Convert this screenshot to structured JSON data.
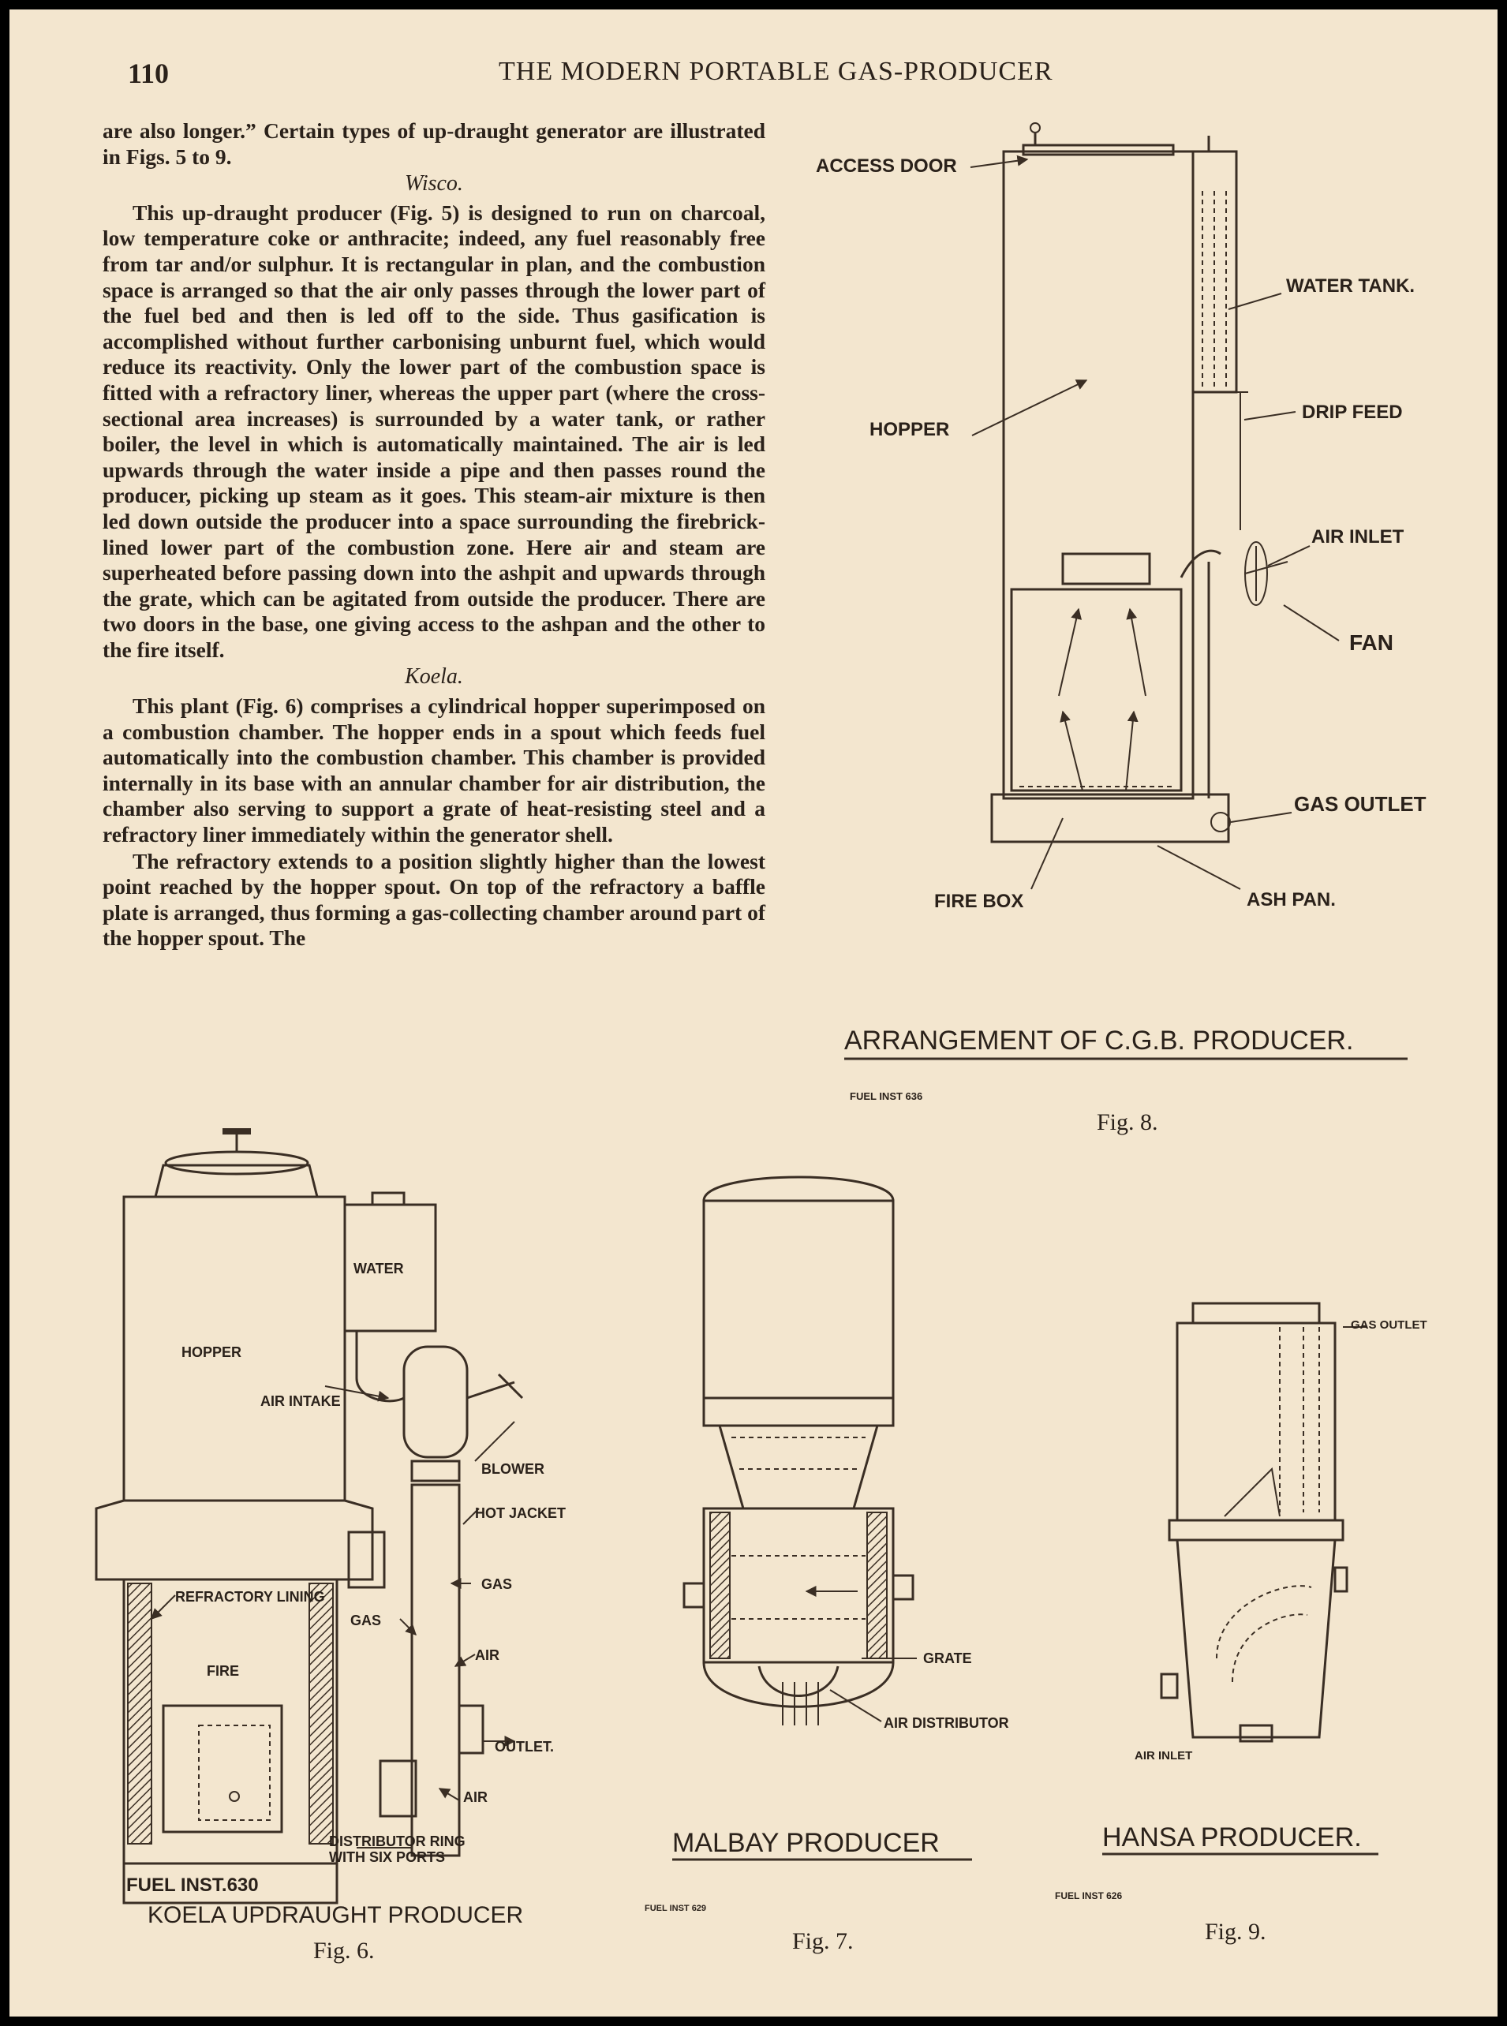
{
  "header": {
    "page_number": "110",
    "title": "THE MODERN PORTABLE GAS-PRODUCER"
  },
  "body": {
    "p1": "are also longer.” Certain types of up-draught generator are illustrated in Figs. 5 to 9.",
    "h_wisco": "Wisco.",
    "p_wisco": "This up-draught producer (Fig. 5) is designed to run on charcoal, low temperature coke or anthracite; indeed, any fuel reasonably free from tar and/or sulphur. It is rectangular in plan, and the combustion space is arranged so that the air only passes through the lower part of the fuel bed and then is led off to the side. Thus gasification is accomplished without further carbonising unburnt fuel, which would reduce its reactivity. Only the lower part of the combustion space is fitted with a refractory liner, whereas the upper part (where the cross-sectional area increases) is surrounded by a water tank, or rather boiler, the level in which is automatically maintained. The air is led upwards through the water inside a pipe and then passes round the producer, picking up steam as it goes. This steam-air mixture is then led down outside the producer into a space surrounding the firebrick-lined lower part of the combustion zone. Here air and steam are superheated before passing down into the ashpit and upwards through the grate, which can be agitated from outside the producer. There are two doors in the base, one giving access to the ashpan and the other to the fire itself.",
    "h_koela": "Koela.",
    "p_koela1": "This plant (Fig. 6) comprises a cylindrical hopper superimposed on a combustion chamber. The hopper ends in a spout which feeds fuel automatically into the combustion chamber. This chamber is provided internally in its base with an annular chamber for air distribution, the chamber also serving to support a grate of heat-resisting steel and a refractory liner immediately within the generator shell.",
    "p_koela2": "The refractory extends to a position slightly higher than the lowest point reached by the hopper spout. On top of the refractory a baffle plate is arranged, thus forming a gas-collecting chamber around part of the hopper spout. The"
  },
  "fig8": {
    "labels": {
      "access_door": "ACCESS DOOR",
      "water_tank": "WATER TANK.",
      "hopper": "HOPPER",
      "drip_feed": "DRIP FEED",
      "air_inlet": "AIR INLET",
      "fan": "FAN",
      "gas_outlet": "GAS OUTLET",
      "fire_box": "FIRE BOX",
      "ash_pan": "ASH PAN."
    },
    "title": "ARRANGEMENT OF C.G.B. PRODUCER.",
    "ref": "FUEL INST 636",
    "caption": "Fig. 8."
  },
  "fig6": {
    "labels": {
      "water": "WATER",
      "hopper": "HOPPER",
      "air_intake": "AIR INTAKE",
      "blower": "BLOWER",
      "hot_jacket": "HOT JACKET",
      "gas_right": "GAS",
      "gas_left": "GAS",
      "refractory_lining": "REFRACTORY LINING",
      "air_mid": "AIR",
      "fire": "FIRE",
      "outlet": "OUTLET.",
      "air_low": "AIR",
      "distributor_ring": "DISTRIBUTOR RING",
      "with_six_ports": "WITH SIX PORTS"
    },
    "ref": "FUEL INST.630",
    "title": "KOELA UPDRAUGHT PRODUCER",
    "caption": "Fig. 6."
  },
  "fig7": {
    "labels": {
      "grate": "GRATE",
      "air_distributor": "AIR DISTRIBUTOR"
    },
    "title": "MALBAY PRODUCER",
    "ref": "FUEL INST 629",
    "caption": "Fig. 7."
  },
  "fig9": {
    "labels": {
      "gas_outlet": "GAS OUTLET",
      "air_inlet": "AIR INLET"
    },
    "title": "HANSA PRODUCER.",
    "ref": "FUEL INST 626",
    "caption": "Fig. 9."
  }
}
